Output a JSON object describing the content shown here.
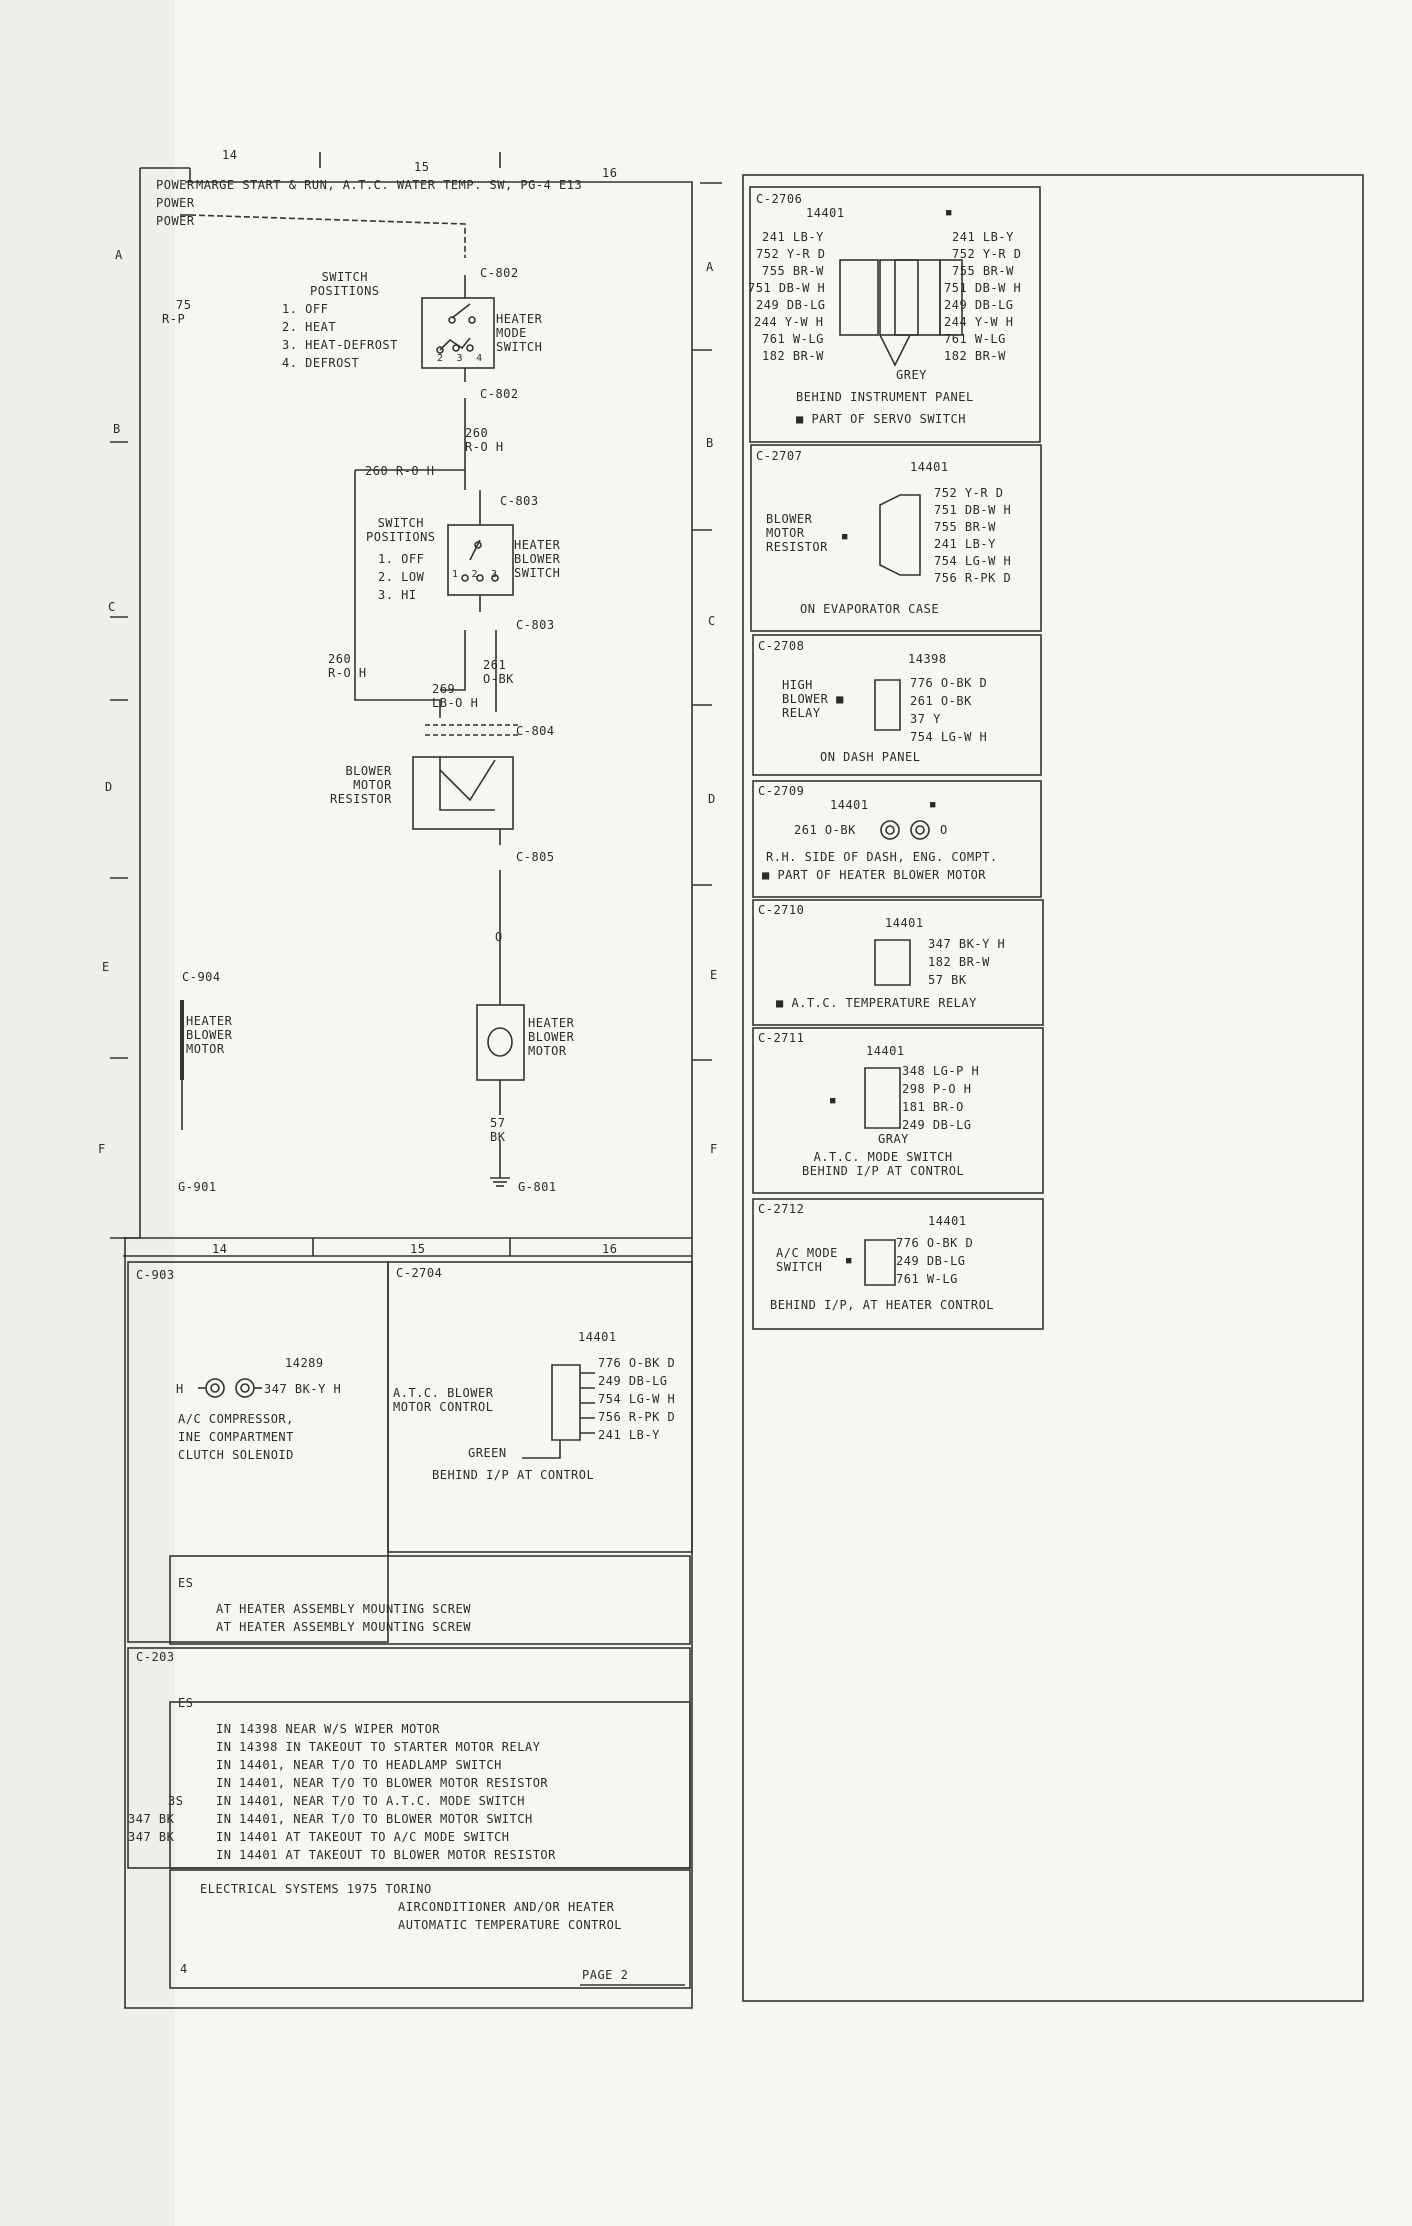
{
  "left_page": {
    "column_numbers_top": [
      "14",
      "15",
      "16"
    ],
    "column_numbers_bottom": [
      "14",
      "15",
      "16"
    ],
    "row_letters": [
      "A",
      "B",
      "C",
      "D",
      "E",
      "F"
    ],
    "power_labels": [
      "POWER",
      "POWER",
      "POWER"
    ],
    "header_note": "MARGE START & RUN, A.T.C. WATER TEMP. SW, PG-4 E13",
    "cut_label_75": "75",
    "cut_label_rp": "R-P",
    "heater_mode_switch": {
      "positions_title": "SWITCH\nPOSITIONS",
      "positions": [
        "1. OFF",
        "2. HEAT",
        "3. HEAT-DEFROST",
        "4. DEFROST"
      ],
      "label": "HEATER\nMODE\nSWITCH",
      "contacts": "2  3  4"
    },
    "connectors": [
      "C-802",
      "C-802",
      "C-803",
      "C-803",
      "C-804",
      "C-805"
    ],
    "wire_260": "260\nR-O H",
    "wire_260_branch": "260 R-O H",
    "blower_switch": {
      "positions_title": "SWITCH\nPOSITIONS",
      "positions": [
        "1. OFF",
        "2. LOW",
        "3. HI"
      ],
      "label": "HEATER\nBLOWER\nSWITCH",
      "contacts": "1  2  3"
    },
    "wire_260_left": "260\nR-O H",
    "wire_261": "261\nO-BK",
    "wire_269": "269\nLB-O H",
    "blower_resistor_label": "BLOWER\nMOTOR\nRESISTOR",
    "wire_o": "O",
    "c904_label": "C-904",
    "heater_blower_motor_left": "HEATER\nBLOWER\nMOTOR",
    "heater_blower_motor": "HEATER\nBLOWER\nMOTOR",
    "wire_57": "57\nBK",
    "g901": "G-901",
    "g801": "G-801",
    "c903": {
      "id": "C-903",
      "part": "14289",
      "wire": "347 BK-Y H",
      "location": "A/C COMPRESSOR,\nINE COMPARTMENT\nCLUTCH SOLENOID",
      "prefix": "H"
    },
    "c2704": {
      "id": "C-2704",
      "part": "14401",
      "label": "A.T.C. BLOWER\nMOTOR CONTROL",
      "wires": [
        "776 O-BK D",
        "249 DB-LG",
        "754 LG-W H",
        "756 R-PK D",
        "241 LB-Y"
      ],
      "green": "GREEN",
      "location": "BEHIND I/P AT CONTROL"
    },
    "notes1_header": "ES",
    "notes1": [
      "AT HEATER ASSEMBLY MOUNTING SCREW",
      "AT HEATER ASSEMBLY MOUNTING SCREW"
    ],
    "c203_id": "C-203",
    "notes2_header": "ES",
    "notes2": [
      "IN 14398 NEAR W/S WIPER MOTOR",
      "IN 14398 IN TAKEOUT TO STARTER MOTOR RELAY",
      "IN 14401, NEAR T/O TO HEADLAMP SWITCH",
      "IN 14401, NEAR T/O TO BLOWER MOTOR RESISTOR",
      "IN 14401, NEAR T/O TO A.T.C. MODE SWITCH",
      "IN 14401, NEAR T/O TO BLOWER MOTOR SWITCH",
      "IN 14401 AT TAKEOUT TO A/C MODE SWITCH",
      "IN 14401 AT TAKEOUT TO BLOWER MOTOR RESISTOR"
    ],
    "side_cut": [
      "3S",
      "347 BK",
      "347 BK"
    ],
    "title_line1": "ELECTRICAL SYSTEMS 1975 TORINO",
    "title_line2": "AIRCONDITIONER AND/OR HEATER",
    "title_line3": "AUTOMATIC TEMPERATURE CONTROL",
    "page": "PAGE 2",
    "corner_4": "4"
  },
  "right_page": {
    "row_letters": [
      "A",
      "B",
      "C",
      "D",
      "E",
      "F"
    ],
    "c2706": {
      "id": "C-2706",
      "part": "14401",
      "mark": "■",
      "left_wires": [
        "241 LB-Y",
        "752 Y-R D",
        "755 BR-W",
        "751 DB-W H",
        "249 DB-LG",
        "244 Y-W H",
        "761 W-LG",
        "182 BR-W"
      ],
      "right_wires": [
        "241 LB-Y",
        "752 Y-R D",
        "755 BR-W",
        "751 DB-W H",
        "249 DB-LG",
        "244 Y-W H",
        "761 W-LG",
        "182 BR-W"
      ],
      "grey": "GREY",
      "location": "BEHIND INSTRUMENT PANEL",
      "note": "■ PART OF SERVO SWITCH"
    },
    "c2707": {
      "id": "C-2707",
      "part": "14401",
      "label": "BLOWER\nMOTOR\nRESISTOR",
      "mark": "■",
      "wires": [
        "752 Y-R D",
        "751 DB-W H",
        "755 BR-W",
        "241 LB-Y",
        "754 LG-W H",
        "756 R-PK D"
      ],
      "location": "ON EVAPORATOR CASE"
    },
    "c2708": {
      "id": "C-2708",
      "part": "14398",
      "label": "HIGH\nBLOWER ■\nRELAY",
      "wires": [
        "776 O-BK D",
        "261 O-BK",
        "37 Y",
        "754 LG-W H"
      ],
      "location": "ON DASH PANEL"
    },
    "c2709": {
      "id": "C-2709",
      "part": "14401",
      "mark": "■",
      "wire": "261 O-BK",
      "end": "O",
      "location": "R.H. SIDE OF DASH, ENG. COMPT.",
      "note": "■ PART OF HEATER BLOWER MOTOR"
    },
    "c2710": {
      "id": "C-2710",
      "part": "14401",
      "wires": [
        "347 BK-Y H",
        "182 BR-W",
        "57 BK"
      ],
      "note": "■ A.T.C. TEMPERATURE RELAY"
    },
    "c2711": {
      "id": "C-2711",
      "part": "14401",
      "mark": "■",
      "wires": [
        "348 LG-P H",
        "298 P-O H",
        "181 BR-O",
        "249 DB-LG"
      ],
      "gray": "GRAY",
      "location": "A.T.C. MODE SWITCH\nBEHIND I/P AT CONTROL"
    },
    "c2712": {
      "id": "C-2712",
      "part": "14401",
      "label": "A/C MODE\nSWITCH",
      "mark": "■",
      "wires": [
        "776 O-BK D",
        "249 DB-LG",
        "761 W-LG"
      ],
      "location": "BEHIND I/P, AT HEATER CONTROL"
    }
  }
}
